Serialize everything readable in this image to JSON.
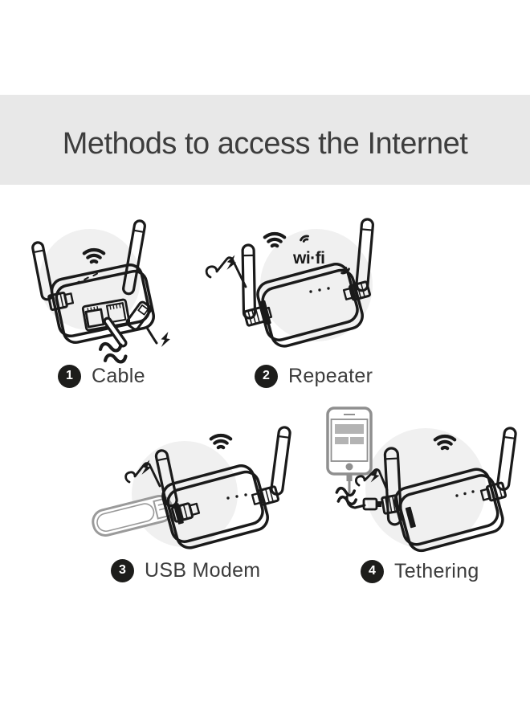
{
  "title": "Methods to access the Internet",
  "illustrations": {
    "wifi_logo_text": "wi·fi",
    "panel_1_subject": "router with ethernet cable",
    "panel_2_subject": "router repeating wi-fi signal",
    "panel_3_subject": "router with usb modem dongle",
    "panel_4_subject": "router tethered to smartphone"
  },
  "methods": [
    {
      "number": "1",
      "label": "Cable"
    },
    {
      "number": "2",
      "label": "Repeater"
    },
    {
      "number": "3",
      "label": "USB Modem"
    },
    {
      "number": "4",
      "label": "Tethering"
    }
  ],
  "colors": {
    "page_bg": "#ffffff",
    "banner_bg": "#e8e8e8",
    "title_text": "#3d3d3d",
    "line_art": "#1a1a1a",
    "circle_bg": "#f0f0f0",
    "gray_device": "#8f8f8f",
    "badge_bg": "#1d1d1b",
    "badge_text": "#ffffff"
  }
}
